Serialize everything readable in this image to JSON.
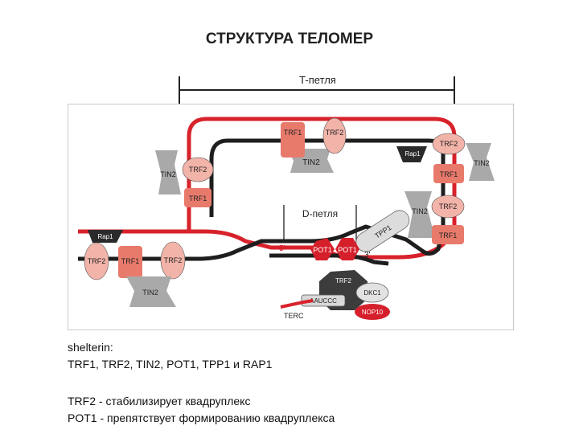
{
  "title": "СТРУКТУРА ТЕЛОМЕР",
  "t_loop_label": "T-петля",
  "diagram": {
    "d_loop_label": "D-петля",
    "strand_5": "5'",
    "strand_3": "3'",
    "proteins": {
      "trf1": "TRF1",
      "trf2": "TRF2",
      "tin2": "TIN2",
      "rap1": "Rap1",
      "tpp1": "TPP1",
      "pot1": "POT1"
    },
    "telomerase": {
      "trf2": "TRF2",
      "aauccc": "AAUCCC",
      "dkc1": "DKC1",
      "nop10": "NOP10",
      "terc": "TERC"
    },
    "colors": {
      "dna_red": "#d8222b",
      "dna_black": "#1e1e1e",
      "trf1": "#e87a6c",
      "trf2": "#f2b3a8",
      "tin2": "#a9a9a9",
      "rap1": "#2a2a2a",
      "pot1": "#d51f2b",
      "tpp1": "#dcdcdc"
    }
  },
  "caption": {
    "line1": "shelterin:",
    "line2": "TRF1, TRF2, TIN2, POT1, TPP1 и RAP1"
  },
  "notes": {
    "line1": "TRF2 - стабилизирует квадруплекс",
    "line2": "POT1 - препятствует формированию квадруплекса"
  }
}
